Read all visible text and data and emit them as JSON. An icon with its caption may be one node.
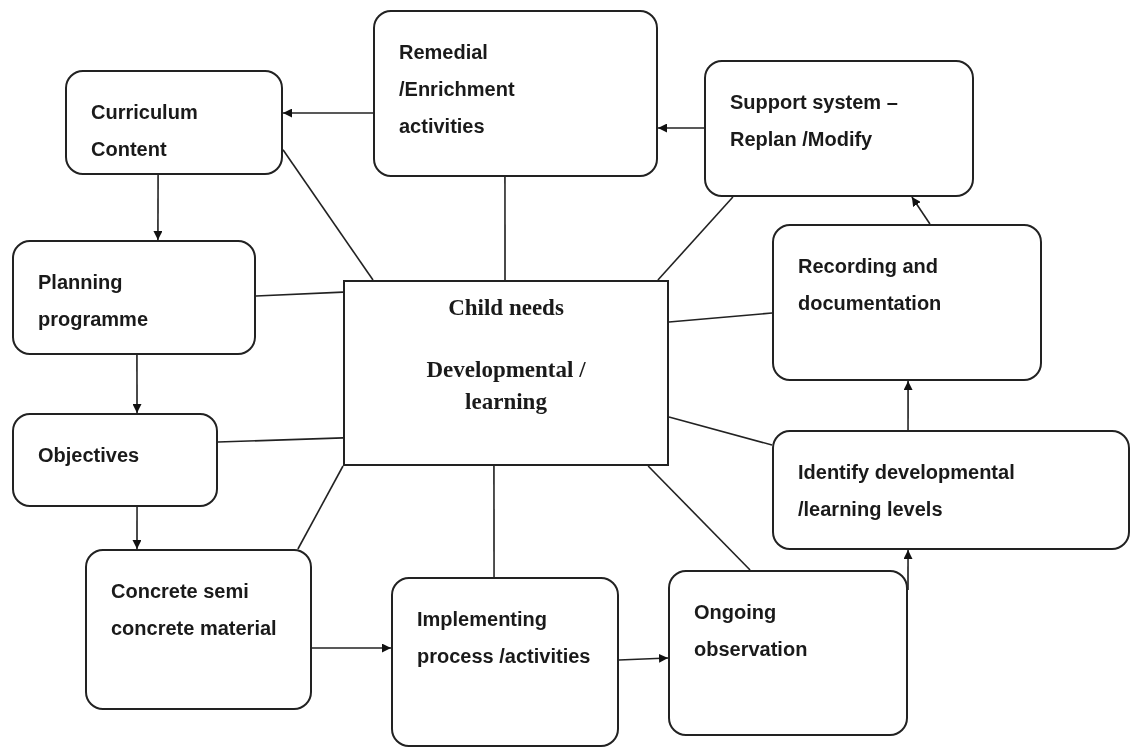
{
  "diagram": {
    "nodes": [
      {
        "text": [
          "Curriculum Content"
        ]
      },
      {
        "text": [
          "Remedial /Enrichment activities"
        ]
      },
      {
        "text": [
          "Support system – Replan /Modify"
        ]
      },
      {
        "text": [
          "Planning programme"
        ]
      },
      {
        "text": [
          "Child needs",
          "Developmental / learning"
        ]
      },
      {
        "text": [
          "Recording and documentation"
        ]
      },
      {
        "text": [
          "Objectives"
        ]
      },
      {
        "text": [
          "Identify developmental /learning levels"
        ]
      },
      {
        "text": [
          "Concrete semi concrete material"
        ]
      },
      {
        "text": [
          "Implementing process /activities"
        ]
      },
      {
        "text": [
          "Ongoing observation"
        ]
      }
    ],
    "edges": [
      {
        "from": 1,
        "to": 0,
        "arrow": "to"
      },
      {
        "from": 2,
        "to": 1,
        "arrow": "to"
      },
      {
        "from": 0,
        "to": 3,
        "arrow": "to"
      },
      {
        "from": 3,
        "to": 6,
        "arrow": "to"
      },
      {
        "from": 6,
        "to": 8,
        "arrow": "to"
      },
      {
        "from": 8,
        "to": 9,
        "arrow": "to"
      },
      {
        "from": 9,
        "to": 10,
        "arrow": "to"
      },
      {
        "from": 10,
        "to": 7,
        "arrow": "to"
      },
      {
        "from": 7,
        "to": 5,
        "arrow": "to"
      },
      {
        "from": 5,
        "to": 2,
        "arrow": "to"
      },
      {
        "from": 4,
        "to": 0,
        "arrow": "none"
      },
      {
        "from": 4,
        "to": 1,
        "arrow": "none"
      },
      {
        "from": 4,
        "to": 2,
        "arrow": "none"
      },
      {
        "from": 4,
        "to": 3,
        "arrow": "none"
      },
      {
        "from": 4,
        "to": 5,
        "arrow": "none"
      },
      {
        "from": 4,
        "to": 6,
        "arrow": "none"
      },
      {
        "from": 4,
        "to": 7,
        "arrow": "none"
      },
      {
        "from": 4,
        "to": 8,
        "arrow": "none"
      },
      {
        "from": 4,
        "to": 9,
        "arrow": "none"
      },
      {
        "from": 4,
        "to": 10,
        "arrow": "none"
      }
    ]
  }
}
